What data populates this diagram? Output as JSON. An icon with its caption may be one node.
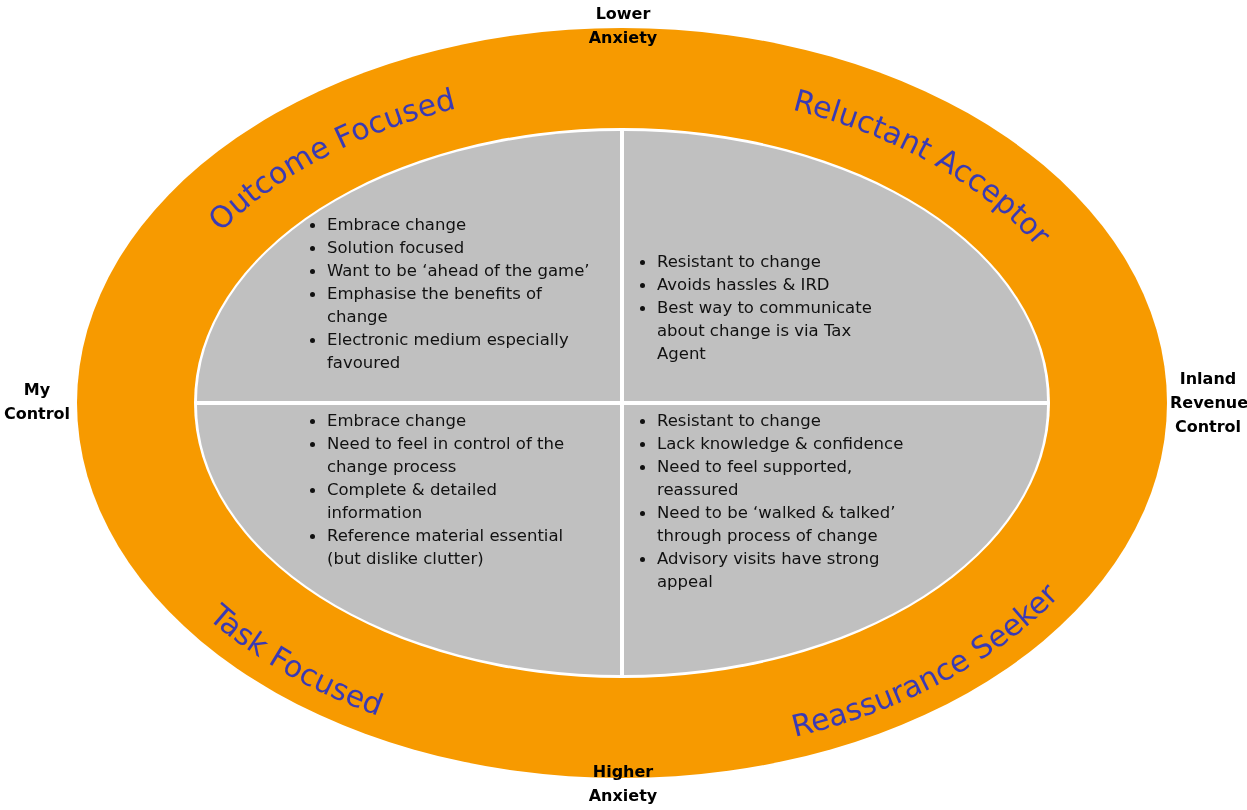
{
  "diagram": {
    "nodes": [
      {
        "text": [
          "Outcome Focused",
          "Embrace change",
          "Solution focused",
          "Want to be ‘ahead of the game’",
          "Emphasise the benefits of change",
          "Electronic medium especially favoured"
        ]
      },
      {
        "text": [
          "Reluctant Acceptor",
          "Resistant to change",
          "Avoids hassles & IRD",
          "Best way to communicate about change is via Tax Agent"
        ]
      },
      {
        "text": [
          "Task Focused",
          "Embrace change",
          "Need to feel in control of the change process",
          "Complete & detailed information",
          "Reference material essential (but dislike clutter)"
        ]
      },
      {
        "text": [
          "Reassurance Seeker",
          "Resistant to change",
          "Lack knowledge & confidence",
          "Need to feel supported, reassured",
          "Need to be ‘walked & talked’ through process of change",
          "Advisory visits have strong appeal"
        ]
      }
    ],
    "labels": [
      "Lower Anxiety",
      "My Control",
      "Inland Revenue Control",
      "Higher Anxiety"
    ]
  }
}
